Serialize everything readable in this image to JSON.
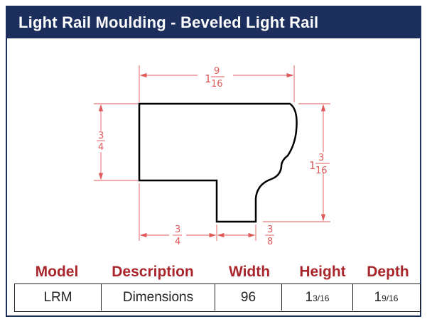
{
  "title": "Light Rail Moulding - Beveled Light Rail",
  "diagram": {
    "top_width_label": {
      "whole": "1",
      "num": "9",
      "den": "16"
    },
    "left_height_label": {
      "num": "3",
      "den": "4"
    },
    "right_height_label": {
      "whole": "1",
      "num": "3",
      "den": "16"
    },
    "bottom_left_label": {
      "num": "3",
      "den": "4"
    },
    "bottom_right_label": {
      "num": "3",
      "den": "8"
    }
  },
  "table": {
    "headers": [
      "Model",
      "Description",
      "Width",
      "Height",
      "Depth"
    ],
    "row": {
      "model": "LRM",
      "description": "Dimensions",
      "width": "96",
      "height_whole": "1",
      "height_frac": "3/16",
      "depth_whole": "1",
      "depth_frac": "9/16"
    }
  },
  "colors": {
    "header_bg": "#1c2e5b",
    "header_text": "#ffffff",
    "table_header": "#a8262c",
    "dimension_lines": "#e05a5a",
    "profile": "#000000"
  }
}
